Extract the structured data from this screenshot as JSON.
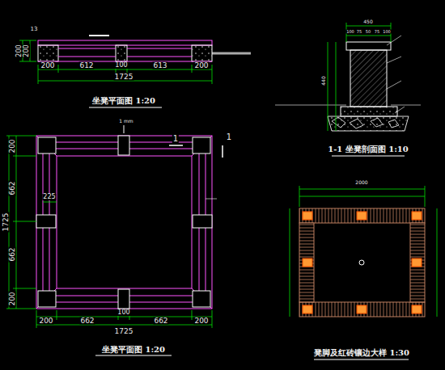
{
  "diagram": {
    "labels": [
      "13",
      "200",
      "200",
      "200",
      "612",
      "100",
      "613",
      "200",
      "1725",
      "坐凳平面图 1:20",
      "1 mm",
      "1",
      "1",
      "200",
      "662",
      "662",
      "200",
      "1725",
      "225",
      "200",
      "662",
      "100",
      "662",
      "200",
      "1725",
      "坐凳平面图 1:20",
      "450",
      "100",
      "75",
      "50",
      "75",
      "100",
      "440",
      "1-1 坐凳剖面图 1:10",
      "2000",
      "凳脚及红砖镶边大样 1:30"
    ]
  }
}
